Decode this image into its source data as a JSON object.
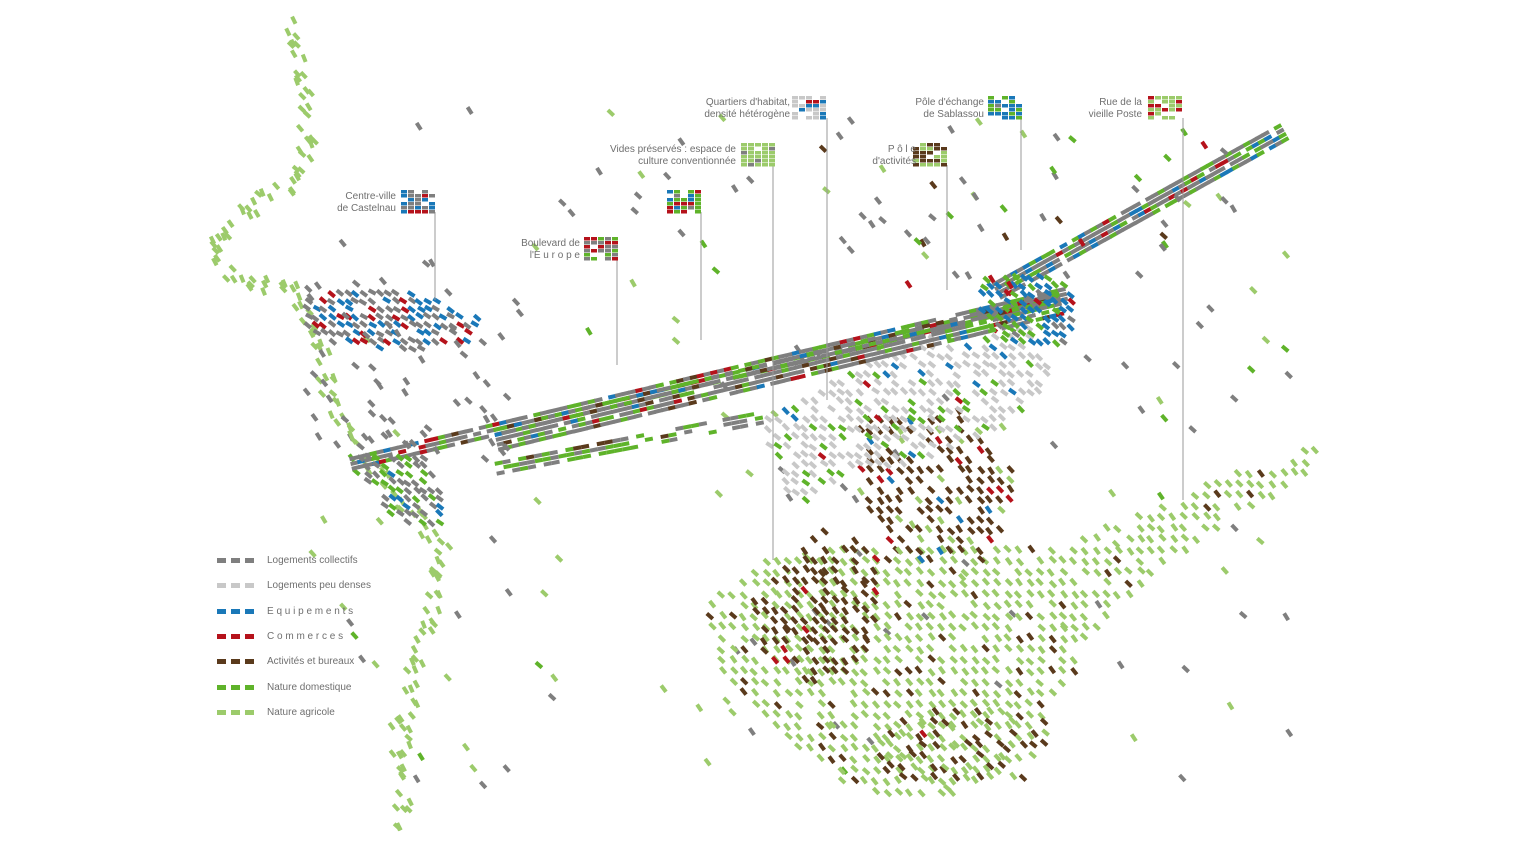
{
  "colors": {
    "collectifs": "#7f7f7f",
    "peu_denses": "#c8c8c8",
    "equipements": "#1a78b8",
    "commerces": "#b5121b",
    "activites": "#5a3a1c",
    "nature_domestique": "#5fb32a",
    "nature_agricole": "#9ccb6b",
    "leader": "#9a9a9a"
  },
  "legend": [
    {
      "label": "Logements collectifs",
      "color_key": "collectifs"
    },
    {
      "label": "Logements peu denses",
      "color_key": "peu_denses"
    },
    {
      "label": "E q u i p e m e n t s",
      "color_key": "equipements"
    },
    {
      "label": "C o m m e r c e s",
      "color_key": "commerces"
    },
    {
      "label": "Activités et bureaux",
      "color_key": "activites"
    },
    {
      "label": "Nature domestique",
      "color_key": "nature_domestique"
    },
    {
      "label": "Nature agricole",
      "color_key": "nature_agricole"
    }
  ],
  "labels": {
    "centre_ville": {
      "line1": "Centre-ville",
      "line2": "de Castelnau"
    },
    "boulevard": {
      "line1": "Boulevard de",
      "line2": "l'E u r o p e"
    },
    "vides": {
      "line1": "Vides préservés : espace de",
      "line2": "culture conventionnée"
    },
    "quartiers": {
      "line1": "Quartiers d'habitat,",
      "line2": "densité hétérogène"
    },
    "pole_activites": {
      "line1": "P ô l e",
      "line2": "d'activités"
    },
    "pole_echange": {
      "line1": "Pôle d'échange",
      "line2": "de Sablassou"
    },
    "rue": {
      "line1": "Rue de la",
      "line2": "vieille Poste"
    }
  }
}
